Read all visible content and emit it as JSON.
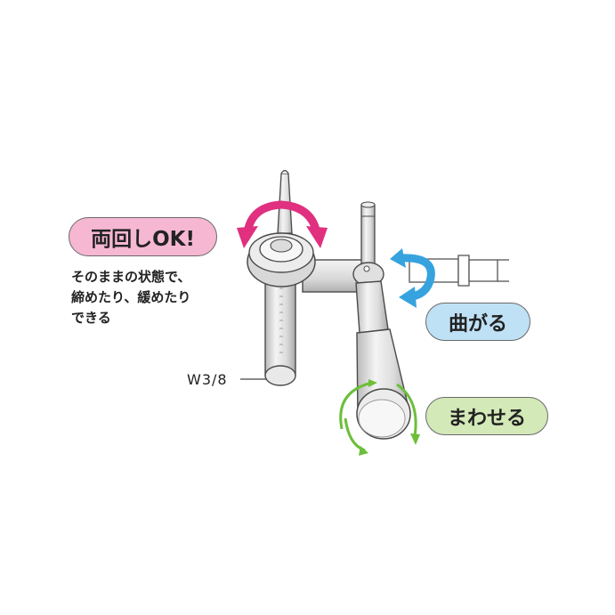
{
  "labels": {
    "rotate_ok": "両回しOK!",
    "description": [
      "そのままの状態で、",
      "締めたり、緩めたり",
      "できる"
    ],
    "size": "W3/8",
    "bend": "曲がる",
    "spin": "まわせる"
  },
  "colors": {
    "rotate_pill": "#f6b7d3",
    "rotate_arrow": "#e0307f",
    "bend_pill": "#bfe1f5",
    "bend_arrow": "#36a3df",
    "spin_pill": "#d3e9b8",
    "spin_arrow": "#6cbf3a",
    "tool_fill": "#e6e6e6",
    "tool_shade": "#c8c8c8",
    "outline": "#4a4a4a"
  },
  "icons": {
    "rotate_arrow": "double-headed-curved-arrow",
    "bend_arrow": "curved-return-arrow",
    "spin_arrow": "circular-rotation-arrows"
  }
}
